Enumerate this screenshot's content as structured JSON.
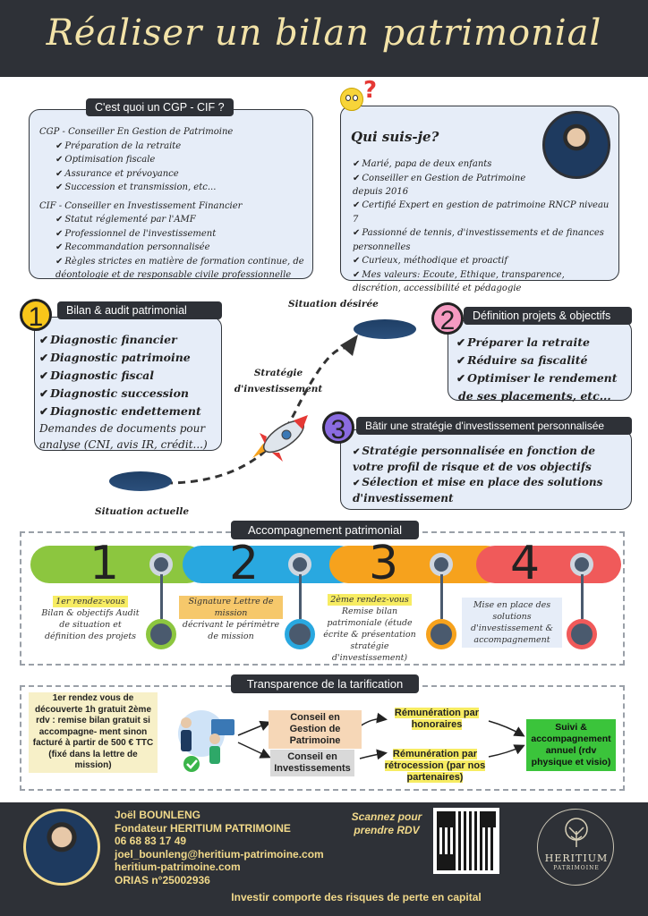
{
  "title": "Réaliser un bilan patrimonial",
  "cgp": {
    "heading": "C'est quoi un CGP - CIF ?",
    "cgp_title": "CGP - Conseiller En Gestion de Patrimoine",
    "cgp_items": [
      "Préparation de la retraite",
      "Optimisation fiscale",
      "Assurance et prévoyance",
      "Succession et transmission, etc..."
    ],
    "cif_title": "CIF - Conseiller en Investissement Financier",
    "cif_items": [
      "Statut réglementé par l'AMF",
      "Professionnel de l'investissement",
      "Recommandation personnalisée",
      "Règles strictes en matière de formation continue, de déontologie et de responsable civile professionnelle"
    ]
  },
  "about": {
    "heading": "Qui suis-je?",
    "items": [
      "Marié, papa de deux enfants",
      "Conseiller en Gestion de Patrimoine depuis 2016",
      "Certifié Expert en gestion de patrimoine RNCP niveau 7",
      "Passionné de tennis, d'investissements et de finances personnelles",
      "Curieux, méthodique et proactif",
      "Mes valeurs: Ecoute, Ethique, transparence, discrétion, accessibilité et pédagogie"
    ]
  },
  "step1": {
    "num": "1",
    "heading": "Bilan & audit patrimonial",
    "items": [
      "Diagnostic financier",
      "Diagnostic patrimoine",
      "Diagnostic fiscal",
      "Diagnostic succession",
      "Diagnostic endettement"
    ],
    "extra": "Demandes de documents pour analyse (CNI, avis IR, crédit...)"
  },
  "step2": {
    "num": "2",
    "heading": "Définition projets & objectifs",
    "items": [
      "Préparer la retraite",
      "Réduire sa fiscalité",
      "Optimiser le rendement"
    ],
    "extra": "de ses placements, etc..."
  },
  "step3": {
    "num": "3",
    "heading": "Bâtir une stratégie d'investissement personnalisée",
    "items": [
      "Stratégie personnalisée en fonction de votre profil de risque et de vos objectifs",
      "Sélection et mise en place des solutions d'investissement"
    ]
  },
  "labels": {
    "desired": "Situation désirée",
    "strategy": "Stratégie d'investissement",
    "current": "Situation actuelle"
  },
  "accompagnement": {
    "heading": "Accompagnement patrimonial",
    "steps": [
      {
        "num": "1",
        "hl": "1er rendez-vous",
        "text": "Bilan & objectifs Audit de situation et définition des projets"
      },
      {
        "num": "2",
        "hl": "Signature Lettre de mission",
        "text": "décrivant le périmètre de mission"
      },
      {
        "num": "3",
        "hl": "2ème rendez-vous",
        "text": "Remise bilan patrimoniale (étude écrite & présentation stratégie d'investissement)"
      },
      {
        "num": "4",
        "hl": "",
        "text": "Mise en place des solutions d'investissement & accompagnement"
      }
    ]
  },
  "tarif": {
    "heading": "Transparence de la tarification",
    "left": "1er rendez vous de découverte 1h gratuit 2ème rdv : remise bilan gratuit si accompagne- ment sinon facturé à partir de 500 € TTC (fixé dans la lettre de mission)",
    "cgp": "Conseil en Gestion de Patrimoine",
    "ci": "Conseil en Investissements",
    "rem1": "Rémunération par honoraires",
    "rem2": "Rémunération par rétrocession (par nos partenaires)",
    "suivi": "Suivi & accompagnement annuel (rdv physique et visio)"
  },
  "footer": {
    "name": "Joël BOUNLENG",
    "role": "Fondateur HERITIUM PATRIMOINE",
    "phone": "06 68 83 17 49",
    "email": "joel_bounleng@heritium-patrimoine.com",
    "site": "heritium-patrimoine.com",
    "orias": "ORIAS n°25002936",
    "scan": "Scannez pour prendre RDV",
    "risk": "Investir comporte des risques de perte en capital",
    "brand": "HERITIUM",
    "brand_sub": "PATRIMOINE"
  },
  "colors": {
    "header": "#2e3137",
    "gold": "#f3e3a8",
    "box": "#e6edf8",
    "green": "#8cc63f",
    "blue": "#29a8e0",
    "orange": "#f6a21d",
    "red": "#f05a5a"
  }
}
